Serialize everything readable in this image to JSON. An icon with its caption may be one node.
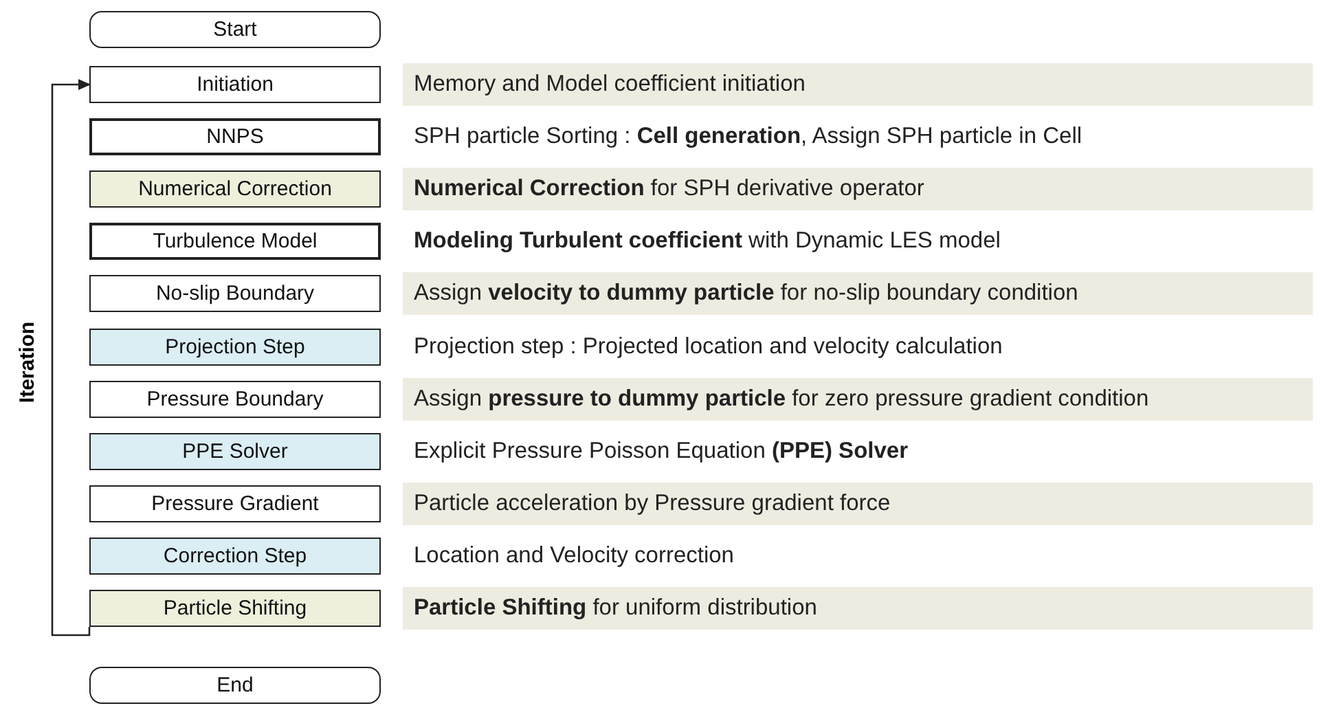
{
  "diagram": {
    "nodes": [
      {
        "text": [
          "Start"
        ]
      },
      {
        "text": [
          "Initiation"
        ],
        "beside": [
          "Memory and Model coefficient initiation"
        ]
      },
      {
        "text": [
          "NNPS"
        ],
        "beside": [
          "SPH particle Sorting : **Cell generation**, Assign SPH particle in Cell"
        ]
      },
      {
        "text": [
          "Numerical Correction"
        ],
        "beside": [
          "**Numerical Correction** for SPH derivative operator"
        ]
      },
      {
        "text": [
          "Turbulence Model"
        ],
        "beside": [
          "**Modeling Turbulent coefficient** with Dynamic LES model"
        ]
      },
      {
        "text": [
          "No-slip Boundary"
        ],
        "beside": [
          "Assign **velocity to dummy particle** for no-slip boundary condition"
        ]
      },
      {
        "text": [
          "Projection Step"
        ],
        "beside": [
          "Projection step : Projected location and velocity calculation"
        ]
      },
      {
        "text": [
          "Pressure Boundary"
        ],
        "beside": [
          "Assign **pressure to dummy particle** for zero pressure gradient condition"
        ]
      },
      {
        "text": [
          "PPE Solver"
        ],
        "beside": [
          "Explicit Pressure Poisson Equation **(PPE) Solver**"
        ]
      },
      {
        "text": [
          "Pressure Gradient"
        ],
        "beside": [
          "Particle acceleration by Pressure gradient force"
        ]
      },
      {
        "text": [
          "Correction Step"
        ],
        "beside": [
          "Location and Velocity correction"
        ]
      },
      {
        "text": [
          "Particle Shifting"
        ],
        "beside": [
          "**Particle Shifting** for uniform distribution"
        ]
      },
      {
        "text": [
          "End"
        ]
      }
    ],
    "edges": [
      {
        "from": 11,
        "to": 1,
        "arrow": "to"
      }
    ],
    "labels": [
      "Iteration"
    ]
  }
}
